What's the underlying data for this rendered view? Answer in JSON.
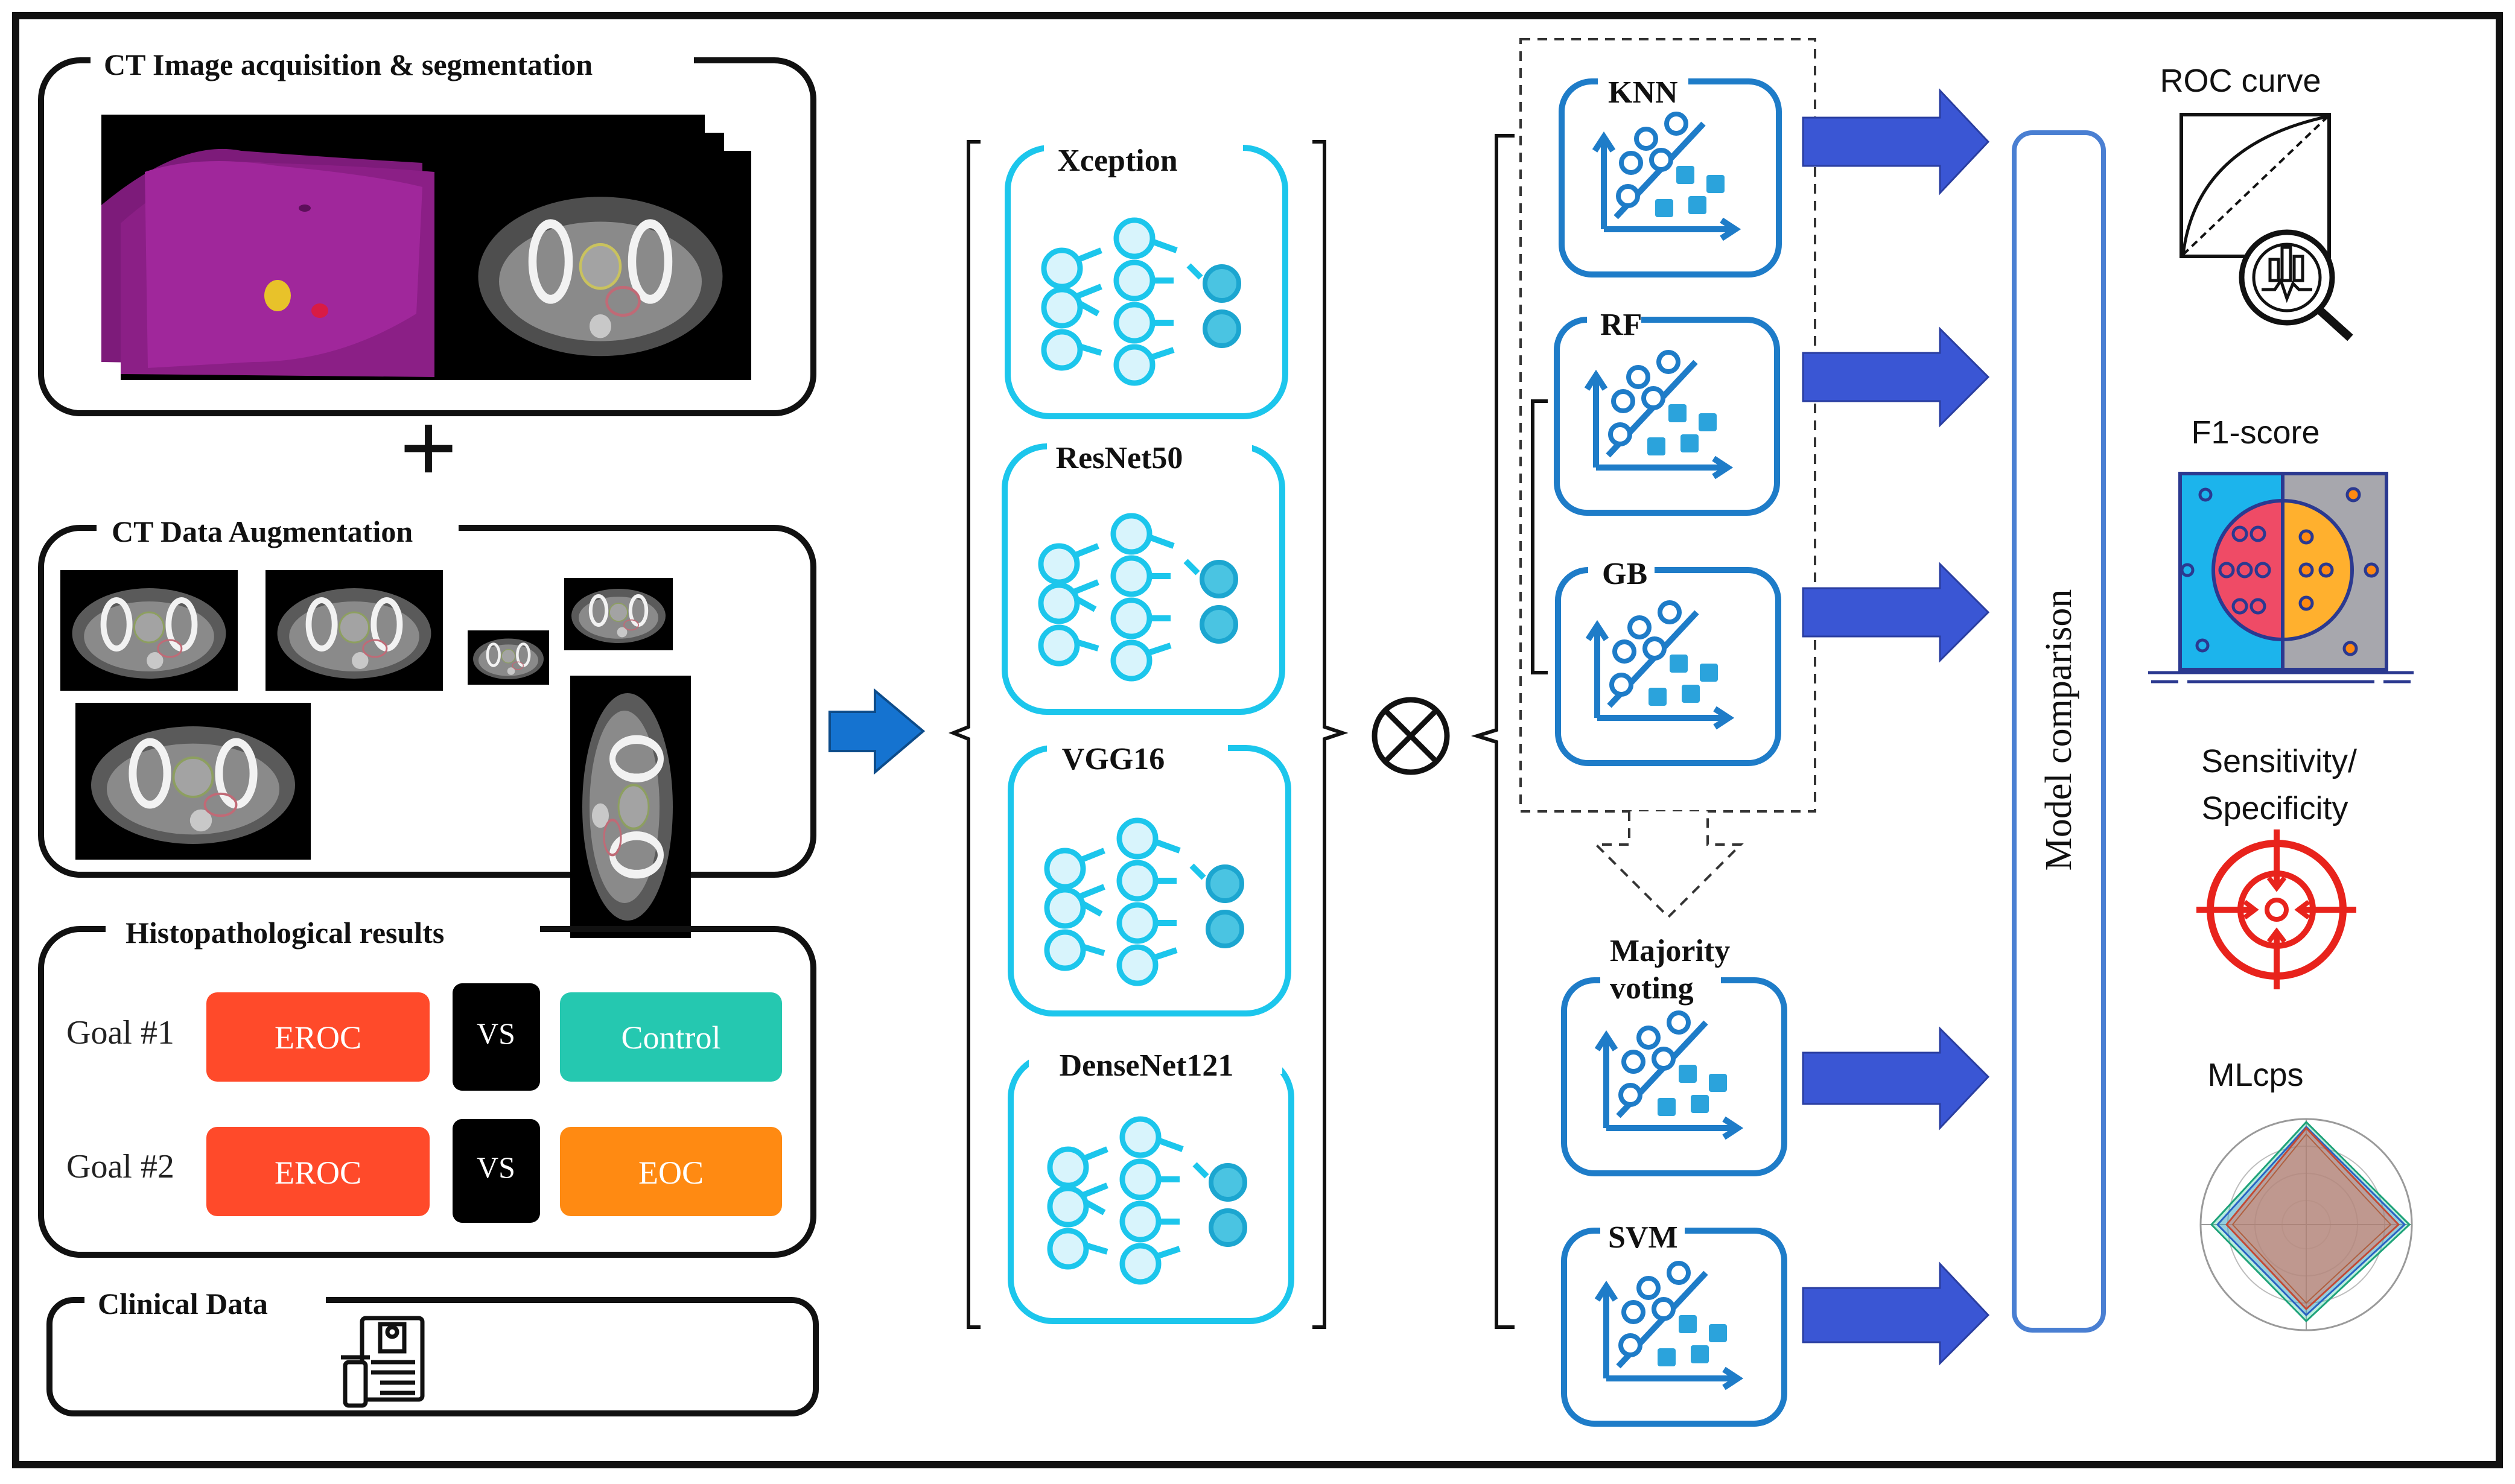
{
  "input_panel": {
    "ct_title": "CT Image acquisition & segmentation",
    "plus": "+",
    "aug_title": "CT Data Augmentation",
    "histo_title": "Histopathological results",
    "goal1": {
      "label": "Goal #1",
      "left": "EROC",
      "vs": "VS",
      "right": "Control"
    },
    "goal2": {
      "label": "Goal #2",
      "left": "EROC",
      "vs": "VS",
      "right": "EOC"
    },
    "clinical_title": "Clinical Data"
  },
  "cnn_models": [
    "Xception",
    "ResNet50",
    "VGG16",
    "DenseNet121"
  ],
  "classifiers": [
    "KNN",
    "RF",
    "GB"
  ],
  "majority": {
    "line1": "Majority",
    "line2": "voting"
  },
  "svm": "SVM",
  "comparison_label": "Model comparison",
  "metrics": {
    "roc": "ROC curve",
    "f1": "F1-score",
    "sens1": "Sensitivity/",
    "sens2": "Specificity",
    "mlcps": "MLcps"
  },
  "colors": {
    "eroc": "#ff4a2a",
    "control": "#25c8b0",
    "eoc": "#ff8a12",
    "vs": "#000000",
    "cyan": "#1cc6ec",
    "blue": "#1e7cc8",
    "arrow": "#3a56d4",
    "panel_border": "#4a7fd2",
    "purple_body": "#8b1f86"
  }
}
